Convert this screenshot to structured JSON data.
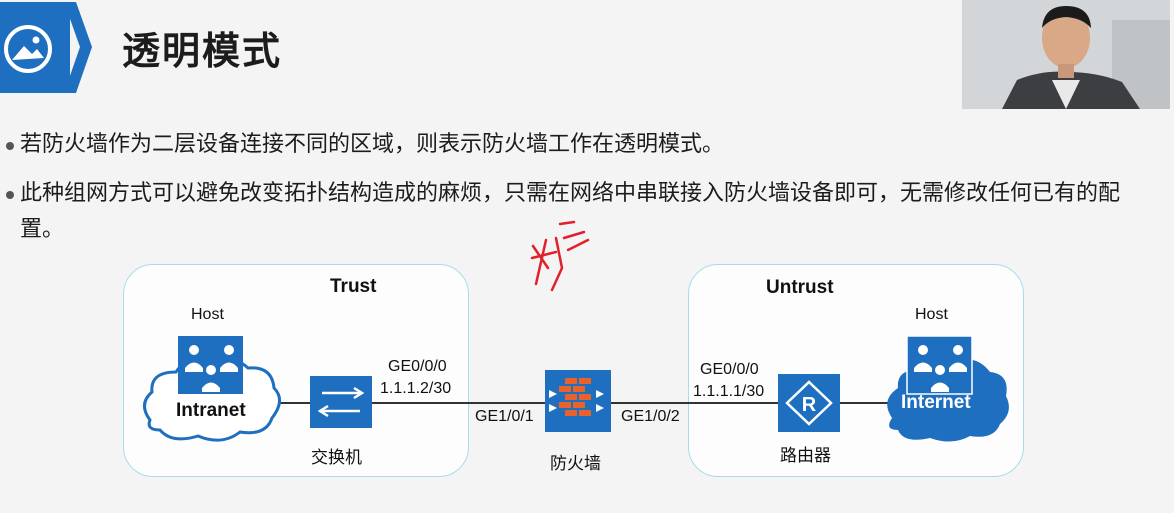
{
  "header": {
    "title": "透明模式",
    "icon": "image-icon",
    "accent_color": "#1f6fc0"
  },
  "bullets": [
    "若防火墙作为二层设备连接不同的区域，则表示防火墙工作在透明模式。",
    "此种组网方式可以避免改变拓扑结构造成的麻烦，只需在网络中串联接入防火墙设备即可，无需修改任何已有的配置。"
  ],
  "diagram": {
    "zones": {
      "trust": "Trust",
      "untrust": "Untrust"
    },
    "left_host": {
      "label": "Host",
      "cloud": "Intranet"
    },
    "switch": {
      "name": "交换机",
      "port": "GE0/0/0",
      "ip": "1.1.1.2/30"
    },
    "firewall": {
      "name": "防火墙",
      "port_left": "GE1/0/1",
      "port_right": "GE1/0/2"
    },
    "router": {
      "name": "路由器",
      "port": "GE0/0/0",
      "ip": "1.1.1.1/30"
    },
    "right_host": {
      "label": "Host",
      "cloud": "Internet"
    },
    "colors": {
      "device": "#1f6fc0",
      "cloud_right": "#1f6fc0",
      "zone_border": "#a8dceb",
      "annotation": "#e0202a",
      "firewall_brick": "#e8622a"
    }
  }
}
